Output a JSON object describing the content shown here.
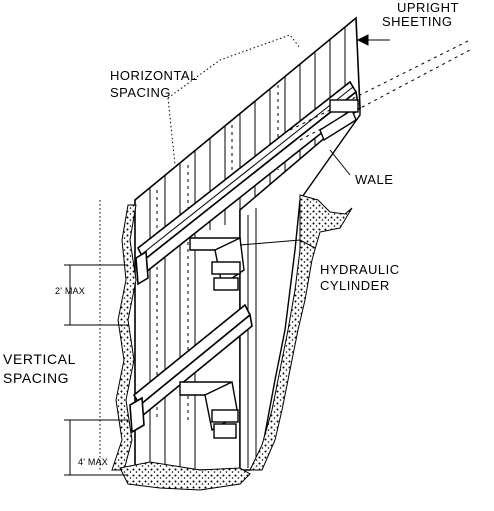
{
  "labels": {
    "upright_sheeting_line1": "UPRIGHT",
    "upright_sheeting_line2": "SHEETING",
    "horizontal_spacing_line1": "HORIZONTAL",
    "horizontal_spacing_line2": "SPACING",
    "wale": "WALE",
    "hydraulic_cylinder_line1": "HYDRAULIC",
    "hydraulic_cylinder_line2": "CYLINDER",
    "vertical_spacing_line1": "VERTICAL",
    "vertical_spacing_line2": "SPACING",
    "dim_upper": "2' MAX",
    "dim_lower": "4' MAX"
  }
}
